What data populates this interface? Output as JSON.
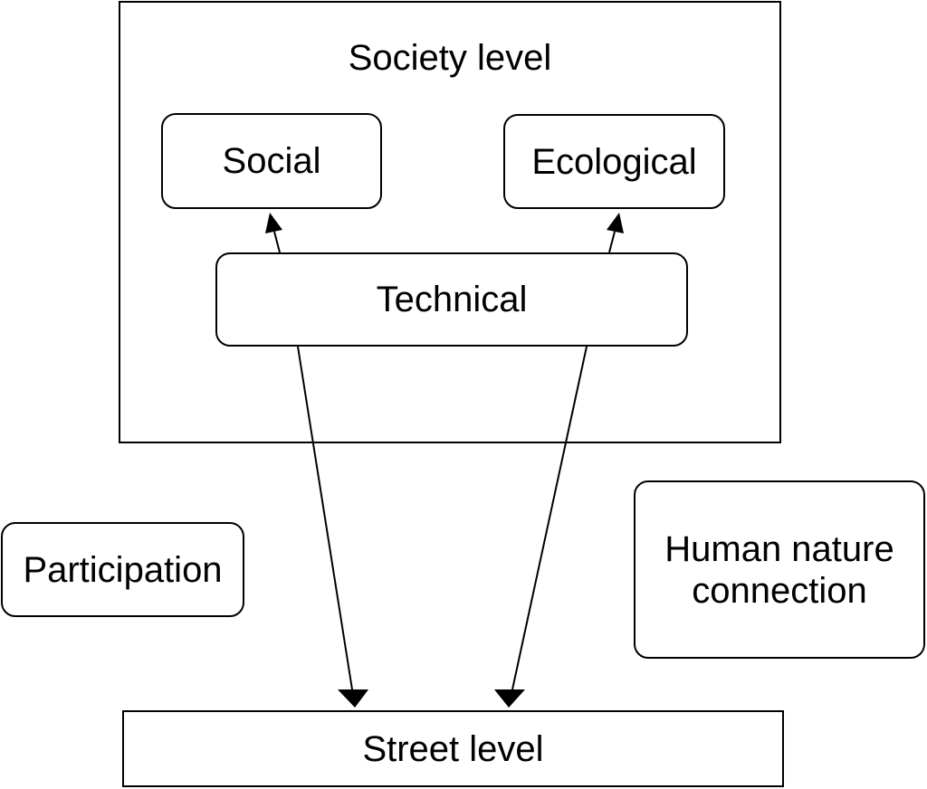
{
  "diagram": {
    "society": {
      "label": "Society level"
    },
    "social": {
      "label": "Social"
    },
    "ecological": {
      "label": "Ecological"
    },
    "technical": {
      "label": "Technical"
    },
    "participation": {
      "label": "Participation"
    },
    "human_nature": {
      "label": "Human nature connection"
    },
    "street": {
      "label": "Street level"
    },
    "colors": {
      "stroke": "#000000",
      "fill": "#ffffff"
    }
  }
}
